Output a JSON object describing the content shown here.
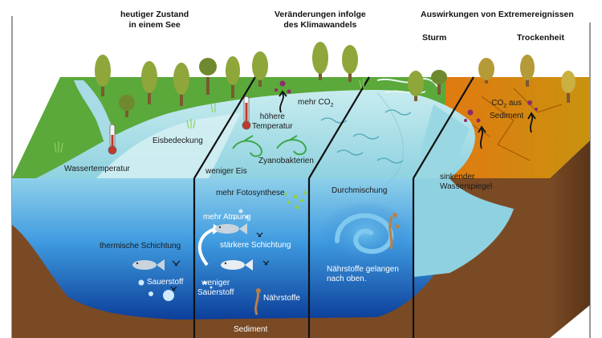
{
  "headers": {
    "current_line1": "heutiger Zustand",
    "current_line2": "in einem See",
    "change_line1": "Veränderungen infolge",
    "change_line2": "des Klimawandels",
    "extremes": "Auswirkungen von Extremereignissen",
    "storm": "Sturm",
    "drought": "Trockenheit"
  },
  "labels": {
    "water_temperature": "Wassertemperatur",
    "ice_cover": "Eisbedeckung",
    "thermal_stratification": "thermische Schichtung",
    "oxygen": "Sauerstoff",
    "higher_temp_line1": "höhere",
    "higher_temp_line2": "Temperatur",
    "more_co2": "mehr CO",
    "co2_sub": "2",
    "cyanobacteria": "Zyanobakterien",
    "less_ice": "weniger Eis",
    "more_photosynthesis": "mehr Fotosynthese",
    "more_respiration": "mehr Atmung",
    "stronger_stratification": "stärkere Schichtung",
    "less_oxygen_line1": "weniger",
    "less_oxygen_line2": "Sauerstoff",
    "nutrients": "Nährstoffe",
    "sediment": "Sediment",
    "mixing": "Durchmischung",
    "nutrients_up_line1": "Nährstoffe gelangen",
    "nutrients_up_line2": "nach oben.",
    "falling_water_line1": "sinkender",
    "falling_water_line2": "Wasserspiegel",
    "co2_from_prefix": "CO",
    "co2_from_sub": "2",
    "co2_from_suffix": " aus",
    "co2_from_line2": "Sediment"
  },
  "colors": {
    "grass": "#5aa93a",
    "water_surface": "#a8dbe6",
    "water_deep": "#1452a8",
    "soil": "#7a4a25",
    "drought_ground": "#c98a10",
    "tree_crown": "#8fa63a",
    "tree_trunk": "#7a5a30"
  }
}
